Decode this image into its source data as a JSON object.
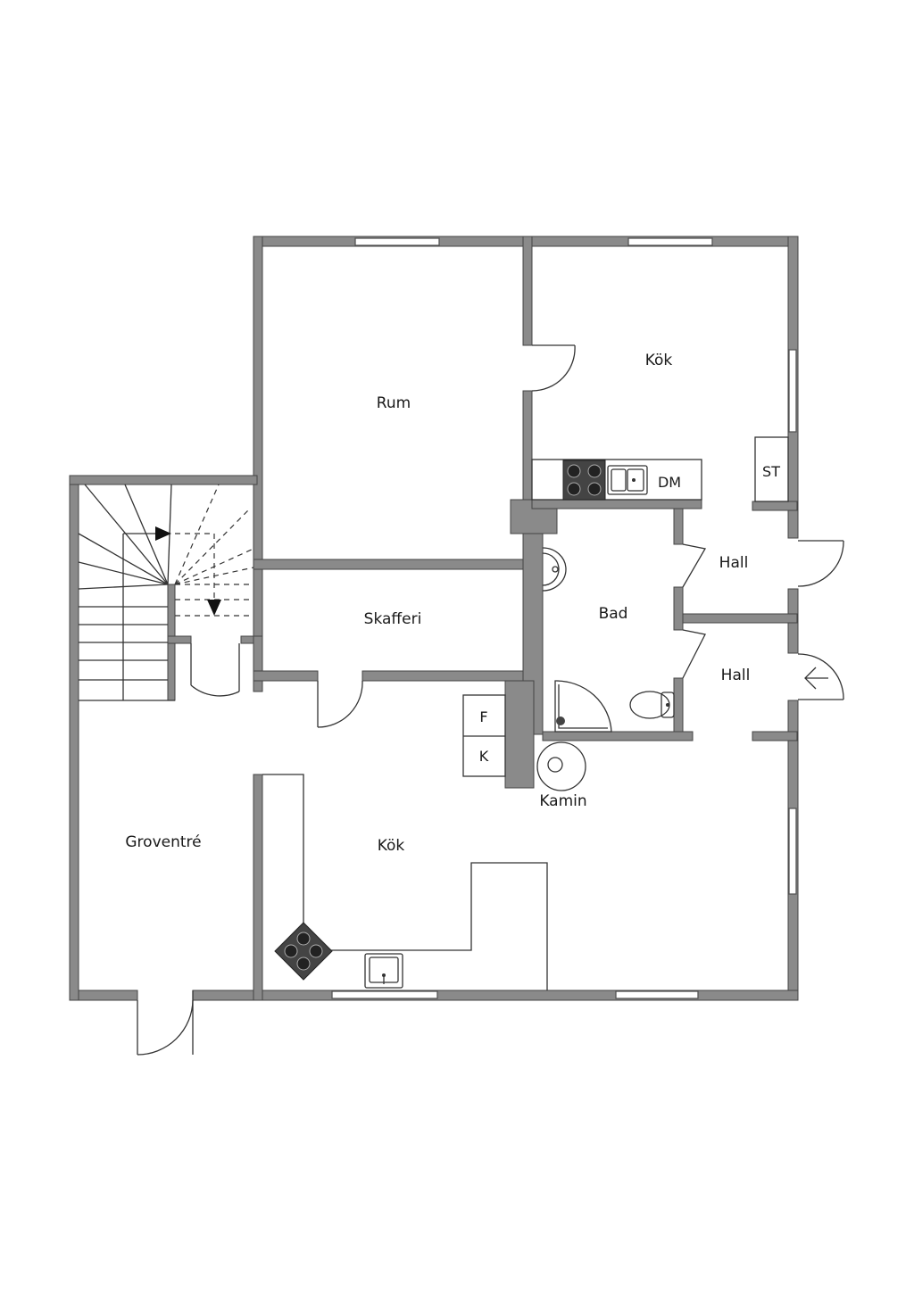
{
  "rooms": {
    "rum": "Rum",
    "kok_top": "Kök",
    "kok_main": "Kök",
    "skafferi": "Skafferi",
    "bad": "Bad",
    "hall_upper": "Hall",
    "hall_lower": "Hall",
    "groventre": "Groventré"
  },
  "fixtures": {
    "dm": "DM",
    "st": "ST",
    "f": "F",
    "k": "K",
    "kamin": "Kamin"
  },
  "colors": {
    "wall": "#8a8a8a",
    "stove": "#444444",
    "background": "#ffffff"
  }
}
